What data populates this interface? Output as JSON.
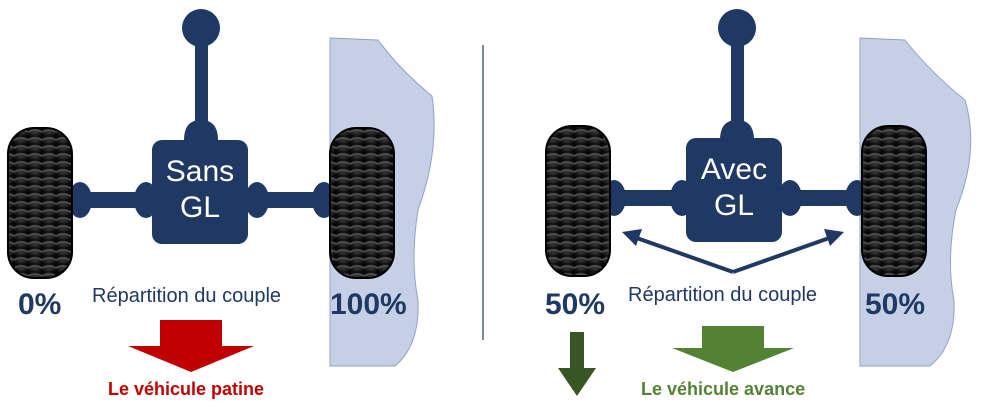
{
  "left": {
    "differential_label_line1": "Sans",
    "differential_label_line2": "GL",
    "left_wheel_percent": "0%",
    "right_wheel_percent": "100%",
    "torque_label": "Répartition du couple",
    "result_label": "Le véhicule patine"
  },
  "right": {
    "differential_label_line1": "Avec",
    "differential_label_line2": "GL",
    "left_wheel_percent": "50%",
    "right_wheel_percent": "50%",
    "torque_label": "Répartition du couple",
    "result_label": "Le véhicule avance"
  },
  "colors": {
    "axle_navy": "#1f3864",
    "wall_fill": "#c5d0e6",
    "slip_red": "#c00000",
    "advance_green": "#548235",
    "dark_green": "#375623"
  }
}
